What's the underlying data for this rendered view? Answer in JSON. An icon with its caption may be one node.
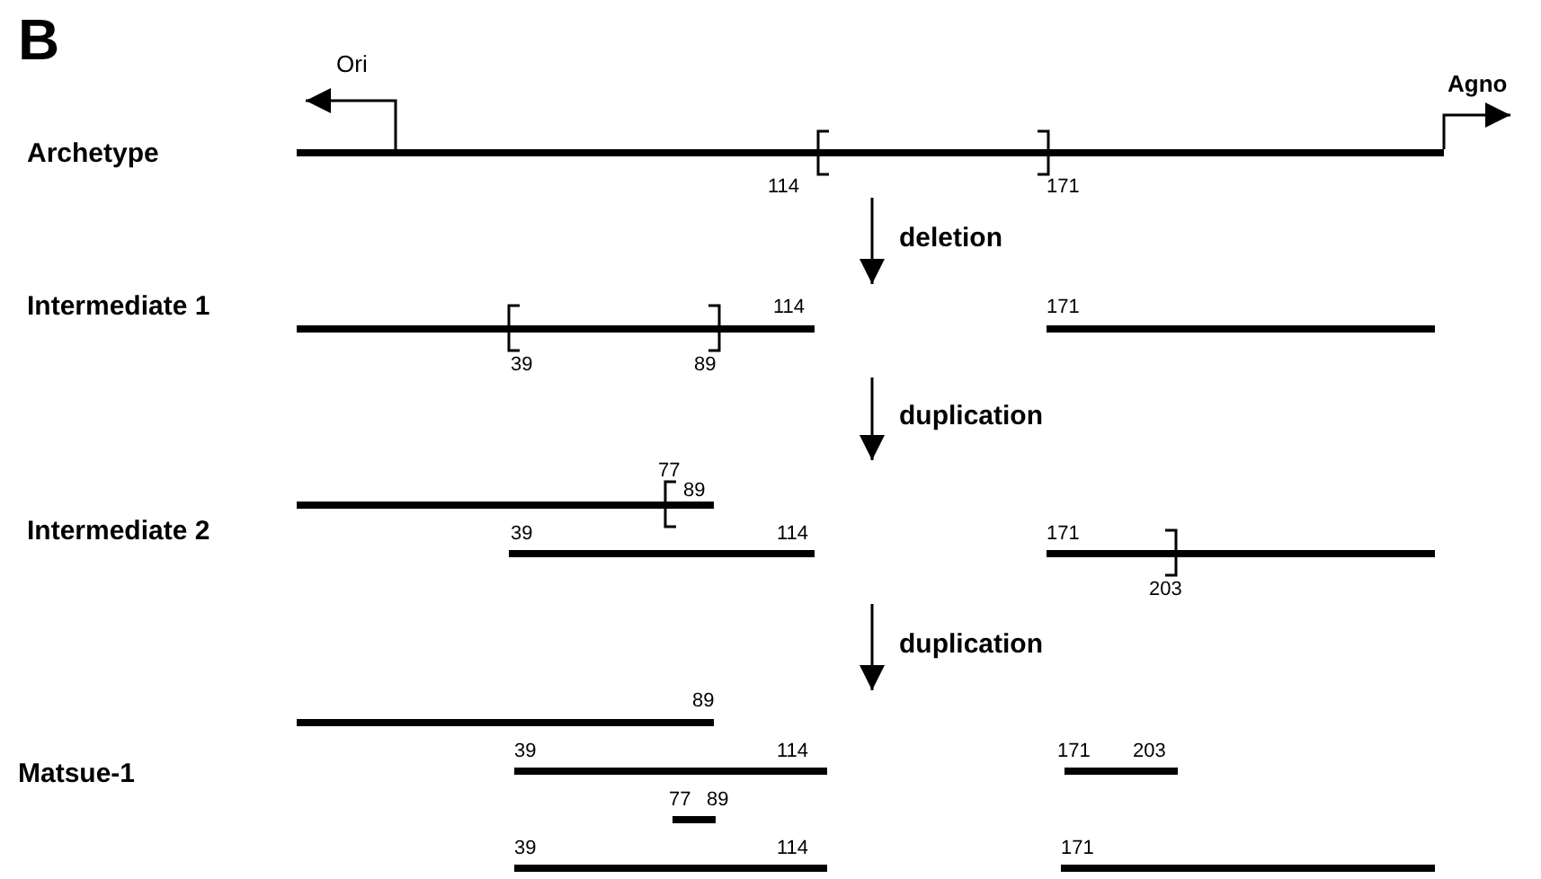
{
  "diagram": {
    "nodes": [
      {
        "text": [
          "Archetype"
        ]
      },
      {
        "text": [
          "Intermediate 1"
        ]
      },
      {
        "text": [
          "Intermediate 2"
        ]
      },
      {
        "text": [
          "Matsue-1"
        ]
      }
    ],
    "edges": [
      {
        "from": 0,
        "to": 1,
        "arrow": "to",
        "label": "deletion"
      },
      {
        "from": 1,
        "to": 2,
        "arrow": "to",
        "label": "duplication"
      },
      {
        "from": 2,
        "to": 3,
        "arrow": "to",
        "label": "duplication"
      }
    ],
    "labels": [
      "B",
      "Ori",
      "Agno",
      "114",
      "171",
      "114",
      "171",
      "39",
      "89",
      "77",
      "89",
      "39",
      "114",
      "171",
      "203",
      "89",
      "39",
      "114",
      "171",
      "203",
      "77",
      "89",
      "39",
      "114",
      "171"
    ]
  }
}
